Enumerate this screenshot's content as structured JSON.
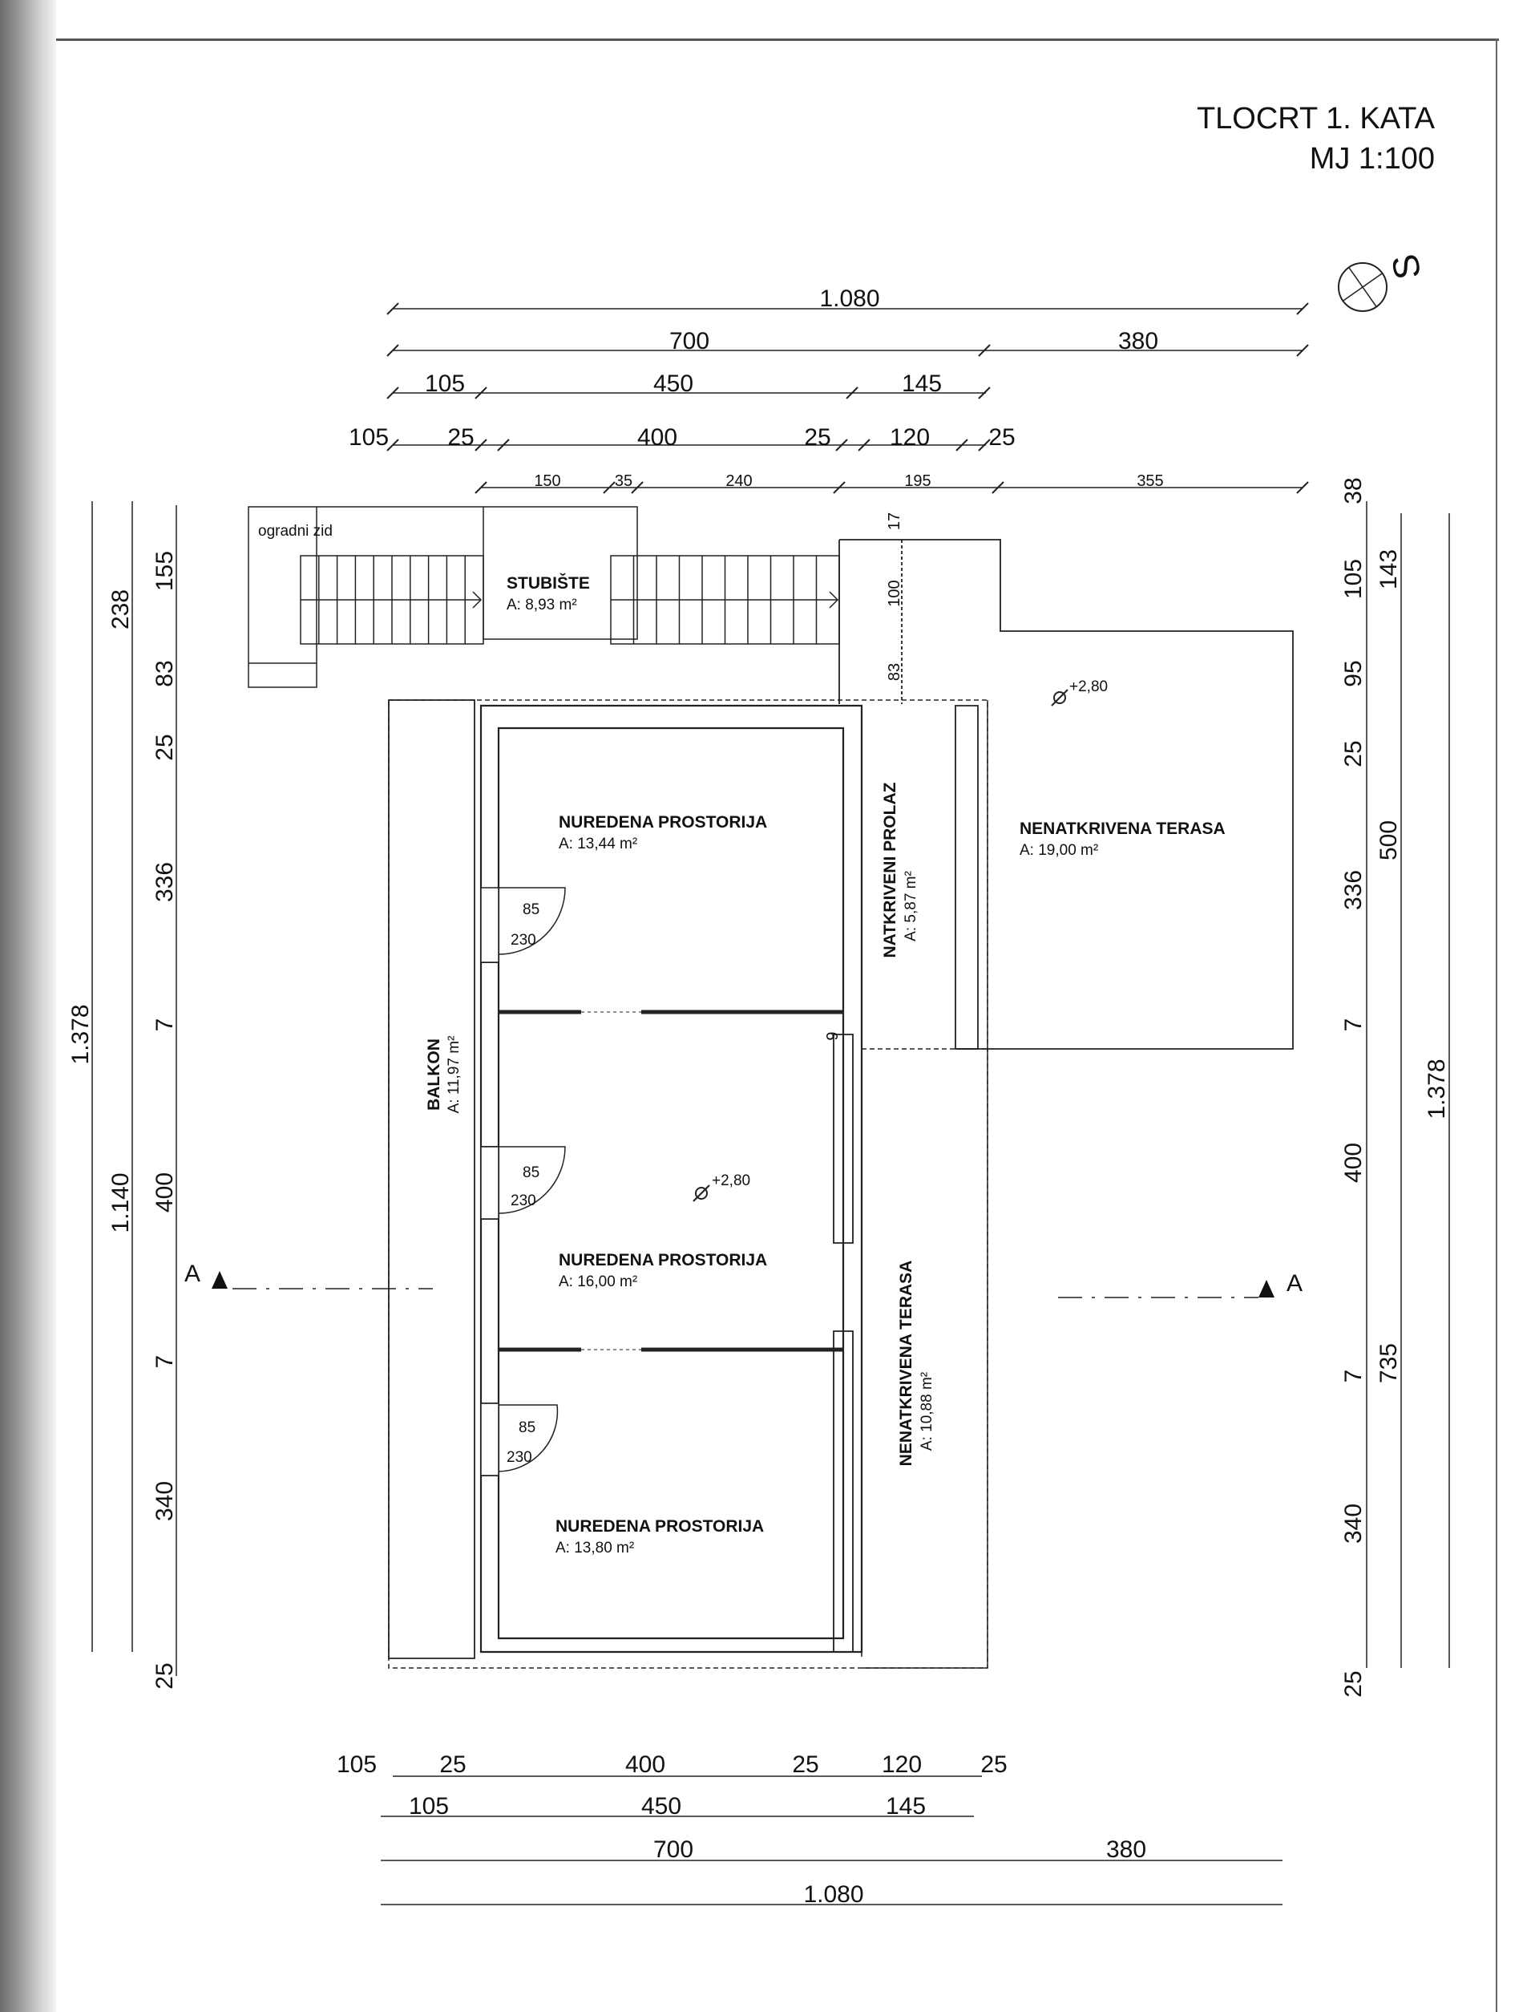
{
  "title": {
    "line1": "TLOCRT 1. KATA",
    "line2": "MJ  1:100"
  },
  "north_label": "S",
  "top_dims": {
    "row1": [
      "1.080"
    ],
    "row2": [
      "700",
      "380"
    ],
    "row3": [
      "105",
      "450",
      "145"
    ],
    "row4": [
      "105",
      "25",
      "400",
      "25",
      "120",
      "25"
    ],
    "row5": [
      "150",
      "35",
      "240",
      "195",
      "355"
    ]
  },
  "bottom_dims": {
    "row1": [
      "105",
      "25",
      "400",
      "25",
      "120",
      "25"
    ],
    "row2": [
      "105",
      "450",
      "145"
    ],
    "row3": [
      "700",
      "380"
    ],
    "row4": [
      "1.080"
    ]
  },
  "left_dims": {
    "outer": "1.378",
    "mid": [
      "238",
      "1.140"
    ],
    "inner": [
      "155",
      "83",
      "25",
      "336",
      "7",
      "400",
      "7",
      "340",
      "25"
    ]
  },
  "right_dims": {
    "inner": [
      "38",
      "105",
      "95",
      "25",
      "336",
      "7",
      "400",
      "7",
      "340",
      "25"
    ],
    "mid": [
      "143",
      "500",
      "735"
    ],
    "outer": "1.378"
  },
  "stair_dims": [
    "17",
    "100",
    "83"
  ],
  "rooms": [
    {
      "name": "STUBIŠTE",
      "area": "A: 8,93 m²"
    },
    {
      "name": "NUREDENA PROSTORIJA",
      "area": "A: 13,44 m²"
    },
    {
      "name": "NUREDENA PROSTORIJA",
      "area": "A: 16,00 m²"
    },
    {
      "name": "NUREDENA PROSTORIJA",
      "area": "A: 13,80 m²"
    },
    {
      "name": "NENATKRIVENA TERASA",
      "area": "A: 19,00 m²"
    },
    {
      "name": "NATKRIVENI PROLAZ",
      "area": "A: 5,87 m²"
    },
    {
      "name": "NENATKRIVENA TERASA",
      "area": "A: 10,88 m²"
    },
    {
      "name": "BALKON",
      "area": "A: 11,97 m²"
    }
  ],
  "labels": {
    "fence": "ogradni zid",
    "level1": "+2,80",
    "level2": "+2,80",
    "section_left": "A",
    "section_right": "A",
    "small_9": "9"
  },
  "doors": [
    {
      "width": "85",
      "height": "230"
    },
    {
      "width": "85",
      "height": "230"
    },
    {
      "width": "85",
      "height": "230"
    }
  ]
}
